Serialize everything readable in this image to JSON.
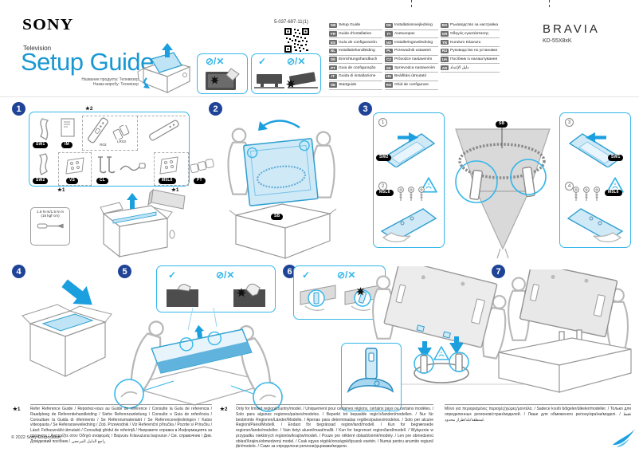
{
  "page": {
    "brand": "SONY",
    "product_type": "Television",
    "title": "Setup Guide",
    "subtitle_line1": "Название продукта: Телевизор",
    "subtitle_line2": "Назва виробу: Телевізор",
    "doc_number": "5-037-697-11(1)",
    "brand_right": "BRAVIA",
    "model": "KD-55X8xK",
    "copyright": "© 2022 Sony Corporation"
  },
  "colors": {
    "accent_cyan": "#35b7e9",
    "title_blue": "#1898d2",
    "step_badge_blue": "#1e4397",
    "illustration_blue": "#1b9fdf",
    "label_black": "#000000"
  },
  "symbols": {
    "check": "✓",
    "prohibit_cross": "⊘/✕",
    "star1": "★1",
    "star2": "★2"
  },
  "languages": [
    {
      "code": "GB",
      "label": "Setup Guide"
    },
    {
      "code": "FR",
      "label": "Guide d'installation"
    },
    {
      "code": "ES",
      "label": "Guía de configuración"
    },
    {
      "code": "NL",
      "label": "Installatiehandleiding"
    },
    {
      "code": "DE",
      "label": "Einrichtungshandbuch"
    },
    {
      "code": "PT",
      "label": "Guia de configuração"
    },
    {
      "code": "IT",
      "label": "Guida di installazione"
    },
    {
      "code": "SE",
      "label": "Startguide"
    },
    {
      "code": "DK",
      "label": "Installationsvejledning"
    },
    {
      "code": "FI",
      "label": "Asetusopas"
    },
    {
      "code": "NO",
      "label": "Installeringsveiledning"
    },
    {
      "code": "PL",
      "label": "Przewodnik ustawień"
    },
    {
      "code": "CZ",
      "label": "Průvodce nastavením"
    },
    {
      "code": "SK",
      "label": "Sprievodca nastavením"
    },
    {
      "code": "HU",
      "label": "Beállítási útmutató"
    },
    {
      "code": "RO",
      "label": "Ghid de configurare"
    },
    {
      "code": "BG",
      "label": "Ръководство за настройка"
    },
    {
      "code": "GR",
      "label": "Οδηγός εγκατάστασης"
    },
    {
      "code": "TR",
      "label": "Kurulum Kılavuzu"
    },
    {
      "code": "RU",
      "label": "Руководство по установке"
    },
    {
      "code": "UA",
      "label": "Посібник із налаштування"
    },
    {
      "code": "AR",
      "label": "دليل الإعداد"
    }
  ],
  "step_numbers": [
    "1",
    "2",
    "3",
    "4",
    "5",
    "6",
    "7"
  ],
  "parts": {
    "sw1": "SW1",
    "sw2": "SW2",
    "im": "IM",
    "r03": "R03",
    "lr03": "LR03",
    "vs": "VS",
    "cl": "CL",
    "m5l6": "M5L6",
    "pt": "PT",
    "sb": "SB"
  },
  "step1": {
    "torque": "1.5 N·m/1.5 N·m",
    "torque_kgf": "(15 kgf·cm)"
  },
  "step3": {
    "sub1": "1",
    "sub2": "2",
    "sub3": "3",
    "sub4": "4"
  },
  "footnotes": {
    "star1": "Refer Reference Guide / Reportez-vous au Guide de référence / Consulte la Guía de referencia / Raadpleeg de Referentiehandleiding / Siehe Referenzanleitung / Consulte o Guia de referência / Consultare la Guida di riferimento / Se Referensmaterialet / Se Referencevejledningen / Katso viiteopasta / Se Referanseveiledning / Zob. Przewodnik / Viz Referenční příručka / Pozrite si Príručku / Lásd: Felhasználói útmutató / Consultați ghidul de referință / Направете справка в Информацията за продукта / Ανατρέξτε στον Οδηγό αναφοράς / Başvuru Kılavuzuna başvurun / См. справочник / Див. Довідковий посібник / راجع الدليل المرجعي",
    "star2": "Only for limited region/country/model. / Uniquement pour certaines régions, certains pays ou certains modèles. / Solo para algunas regiones/países/modelos. / Beperkt tot bepaalde regio's/landen/modellen. / Nur für bestimmte Regionen/Länder/Modelle. / Apenas para determinadas regiões/países/modelos. / Solo per alcune Regioni/Paesi/Modelli. / Endast för begränsad region/land/modell. / Kun for begrænsede regioner/lande/modeller. / Vain tietyt alueet/maat/mallit. / Kun for begrenset region/land/modell. / Wyłącznie w przypadku niektórych regionów/krajów/modeli. / Pouze pro některé oblasti/země/modely. / Len pre obmedzenú oblasť/krajinu/obmedzený model. / Csak egyes régiók/országok/típusok esetén. / Numai pentru anumite regiuni/țări/modele. / Само за определени региони/държави/модели.",
    "cont": "Μόνο για περιορισμένες περιοχές/χώρες/μοντέλα. / Sadece kısıtlı bölgeler/ülkeler/modeller. / Только для определенных регионов/стран/моделей. / Лише для обмеженого регіону/країни/моделі. / فقط لمنطقة/بلد/طراز محدود."
  }
}
